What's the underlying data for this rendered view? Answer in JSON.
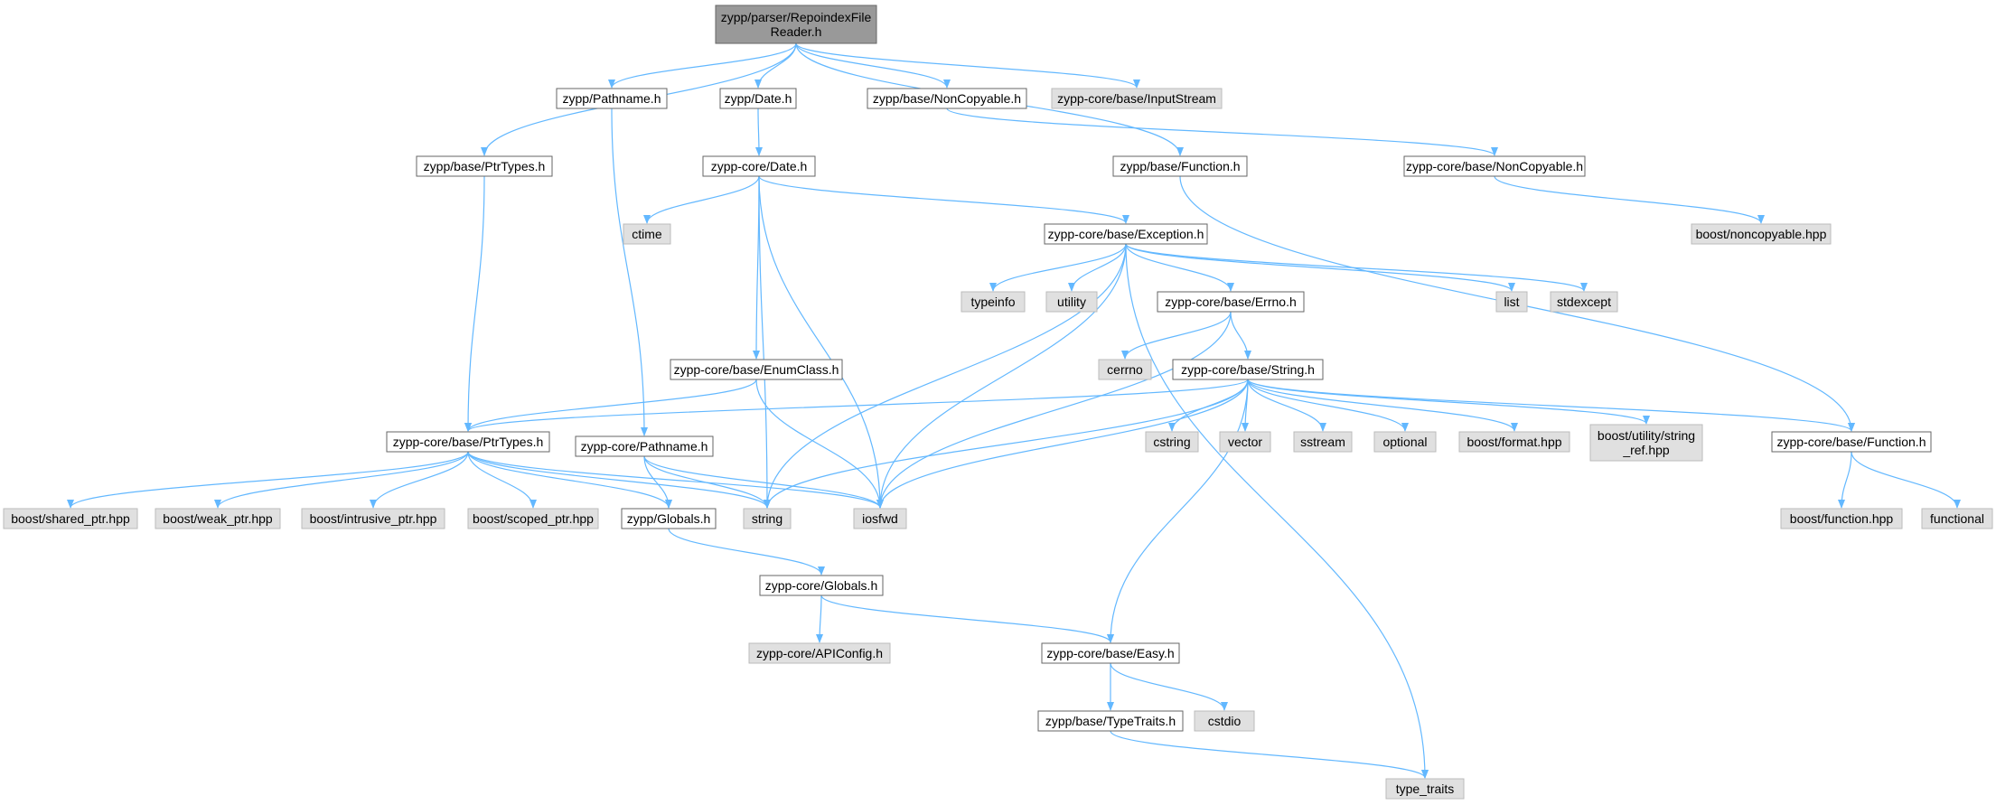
{
  "colors": {
    "edge": "#63b8ff",
    "node_fill": "#ffffff",
    "external_fill": "#e0e0e0",
    "root_fill": "#999999",
    "border": "#666666"
  },
  "nodes": [
    {
      "id": "root",
      "kind": "root",
      "lines": [
        "zypp/parser/RepoindexFile",
        "Reader.h"
      ]
    },
    {
      "id": "ptrtypes",
      "kind": "normal",
      "lines": [
        "zypp/base/PtrTypes.h"
      ]
    },
    {
      "id": "pathname",
      "kind": "normal",
      "lines": [
        "zypp/Pathname.h"
      ]
    },
    {
      "id": "date",
      "kind": "normal",
      "lines": [
        "zypp/Date.h"
      ]
    },
    {
      "id": "noncopyable",
      "kind": "normal",
      "lines": [
        "zypp/base/NonCopyable.h"
      ]
    },
    {
      "id": "inputstream",
      "kind": "external",
      "lines": [
        "zypp-core/base/InputStream"
      ]
    },
    {
      "id": "function",
      "kind": "normal",
      "lines": [
        "zypp/base/Function.h"
      ]
    },
    {
      "id": "coredate",
      "kind": "normal",
      "lines": [
        "zypp-core/Date.h"
      ]
    },
    {
      "id": "corenoncopyable",
      "kind": "normal",
      "lines": [
        "zypp-core/base/NonCopyable.h"
      ]
    },
    {
      "id": "boostnoncopyable",
      "kind": "external",
      "lines": [
        "boost/noncopyable.hpp"
      ]
    },
    {
      "id": "ctime",
      "kind": "external",
      "lines": [
        "ctime"
      ]
    },
    {
      "id": "exception",
      "kind": "normal",
      "lines": [
        "zypp-core/base/Exception.h"
      ]
    },
    {
      "id": "typeinfo",
      "kind": "external",
      "lines": [
        "typeinfo"
      ]
    },
    {
      "id": "utility",
      "kind": "external",
      "lines": [
        "utility"
      ]
    },
    {
      "id": "errno",
      "kind": "normal",
      "lines": [
        "zypp-core/base/Errno.h"
      ]
    },
    {
      "id": "list",
      "kind": "external",
      "lines": [
        "list"
      ]
    },
    {
      "id": "stdexcept",
      "kind": "external",
      "lines": [
        "stdexcept"
      ]
    },
    {
      "id": "enumclass",
      "kind": "normal",
      "lines": [
        "zypp-core/base/EnumClass.h"
      ]
    },
    {
      "id": "cerrno",
      "kind": "external",
      "lines": [
        "cerrno"
      ]
    },
    {
      "id": "string_h",
      "kind": "normal",
      "lines": [
        "zypp-core/base/String.h"
      ]
    },
    {
      "id": "coreptrtypes",
      "kind": "normal",
      "lines": [
        "zypp-core/base/PtrTypes.h"
      ]
    },
    {
      "id": "corepathname",
      "kind": "normal",
      "lines": [
        "zypp-core/Pathname.h"
      ]
    },
    {
      "id": "cstring",
      "kind": "external",
      "lines": [
        "cstring"
      ]
    },
    {
      "id": "vector",
      "kind": "external",
      "lines": [
        "vector"
      ]
    },
    {
      "id": "sstream",
      "kind": "external",
      "lines": [
        "sstream"
      ]
    },
    {
      "id": "optional",
      "kind": "external",
      "lines": [
        "optional"
      ]
    },
    {
      "id": "boostformat",
      "kind": "external",
      "lines": [
        "boost/format.hpp"
      ]
    },
    {
      "id": "boostutility",
      "kind": "external",
      "lines": [
        "boost/utility/string",
        "_ref.hpp"
      ]
    },
    {
      "id": "corefunction",
      "kind": "normal",
      "lines": [
        "zypp-core/base/Function.h"
      ]
    },
    {
      "id": "sharedptr",
      "kind": "external",
      "lines": [
        "boost/shared_ptr.hpp"
      ]
    },
    {
      "id": "weakptr",
      "kind": "external",
      "lines": [
        "boost/weak_ptr.hpp"
      ]
    },
    {
      "id": "intrusiveptr",
      "kind": "external",
      "lines": [
        "boost/intrusive_ptr.hpp"
      ]
    },
    {
      "id": "scopedptr",
      "kind": "external",
      "lines": [
        "boost/scoped_ptr.hpp"
      ]
    },
    {
      "id": "globals",
      "kind": "normal",
      "lines": [
        "zypp/Globals.h"
      ]
    },
    {
      "id": "string",
      "kind": "external",
      "lines": [
        "string"
      ]
    },
    {
      "id": "iosfwd",
      "kind": "external",
      "lines": [
        "iosfwd"
      ]
    },
    {
      "id": "boostfunction",
      "kind": "external",
      "lines": [
        "boost/function.hpp"
      ]
    },
    {
      "id": "functional",
      "kind": "external",
      "lines": [
        "functional"
      ]
    },
    {
      "id": "coreglobals",
      "kind": "normal",
      "lines": [
        "zypp-core/Globals.h"
      ]
    },
    {
      "id": "apiconfig",
      "kind": "external",
      "lines": [
        "zypp-core/APIConfig.h"
      ]
    },
    {
      "id": "easy",
      "kind": "normal",
      "lines": [
        "zypp-core/base/Easy.h"
      ]
    },
    {
      "id": "typetraits_h",
      "kind": "normal",
      "lines": [
        "zypp/base/TypeTraits.h"
      ]
    },
    {
      "id": "cstdio",
      "kind": "external",
      "lines": [
        "cstdio"
      ]
    },
    {
      "id": "type_traits",
      "kind": "external",
      "lines": [
        "type_traits"
      ]
    }
  ],
  "edges": [
    [
      "root",
      "ptrtypes"
    ],
    [
      "root",
      "pathname"
    ],
    [
      "root",
      "date"
    ],
    [
      "root",
      "noncopyable"
    ],
    [
      "root",
      "inputstream"
    ],
    [
      "root",
      "function"
    ],
    [
      "ptrtypes",
      "coreptrtypes"
    ],
    [
      "pathname",
      "corepathname"
    ],
    [
      "date",
      "coredate"
    ],
    [
      "noncopyable",
      "corenoncopyable"
    ],
    [
      "function",
      "corefunction"
    ],
    [
      "corenoncopyable",
      "boostnoncopyable"
    ],
    [
      "coredate",
      "ctime"
    ],
    [
      "coredate",
      "exception"
    ],
    [
      "coredate",
      "enumclass"
    ],
    [
      "coredate",
      "string"
    ],
    [
      "coredate",
      "iosfwd"
    ],
    [
      "exception",
      "typeinfo"
    ],
    [
      "exception",
      "utility"
    ],
    [
      "exception",
      "errno"
    ],
    [
      "exception",
      "list"
    ],
    [
      "exception",
      "stdexcept"
    ],
    [
      "exception",
      "string"
    ],
    [
      "exception",
      "iosfwd"
    ],
    [
      "exception",
      "type_traits"
    ],
    [
      "errno",
      "cerrno"
    ],
    [
      "errno",
      "string_h"
    ],
    [
      "errno",
      "iosfwd"
    ],
    [
      "enumclass",
      "coreptrtypes"
    ],
    [
      "enumclass",
      "iosfwd"
    ],
    [
      "string_h",
      "cstring"
    ],
    [
      "string_h",
      "vector"
    ],
    [
      "string_h",
      "sstream"
    ],
    [
      "string_h",
      "optional"
    ],
    [
      "string_h",
      "boostformat"
    ],
    [
      "string_h",
      "boostutility"
    ],
    [
      "string_h",
      "corefunction"
    ],
    [
      "string_h",
      "coreptrtypes"
    ],
    [
      "string_h",
      "string"
    ],
    [
      "string_h",
      "iosfwd"
    ],
    [
      "string_h",
      "easy"
    ],
    [
      "coreptrtypes",
      "sharedptr"
    ],
    [
      "coreptrtypes",
      "weakptr"
    ],
    [
      "coreptrtypes",
      "intrusiveptr"
    ],
    [
      "coreptrtypes",
      "scopedptr"
    ],
    [
      "coreptrtypes",
      "globals"
    ],
    [
      "coreptrtypes",
      "string"
    ],
    [
      "coreptrtypes",
      "iosfwd"
    ],
    [
      "corepathname",
      "globals"
    ],
    [
      "corepathname",
      "string"
    ],
    [
      "corepathname",
      "iosfwd"
    ],
    [
      "corefunction",
      "boostfunction"
    ],
    [
      "corefunction",
      "functional"
    ],
    [
      "globals",
      "coreglobals"
    ],
    [
      "coreglobals",
      "apiconfig"
    ],
    [
      "coreglobals",
      "easy"
    ],
    [
      "easy",
      "typetraits_h"
    ],
    [
      "easy",
      "cstdio"
    ],
    [
      "typetraits_h",
      "type_traits"
    ]
  ]
}
